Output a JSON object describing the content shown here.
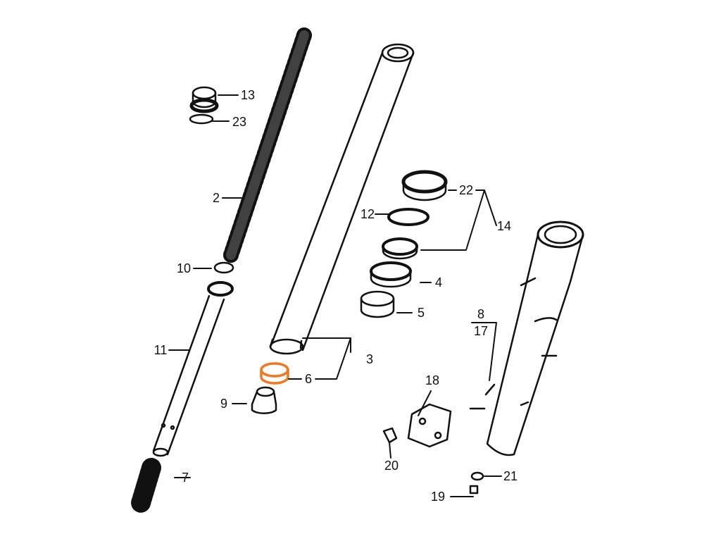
{
  "diagram": {
    "highlight_color": "#f07820",
    "highlighted_part": "6",
    "callouts": [
      "13",
      "23",
      "2",
      "10",
      "11",
      "7",
      "9",
      "6",
      "3",
      "22",
      "12",
      "14",
      "4",
      "5",
      "8",
      "17",
      "18",
      "20",
      "21",
      "19"
    ]
  }
}
